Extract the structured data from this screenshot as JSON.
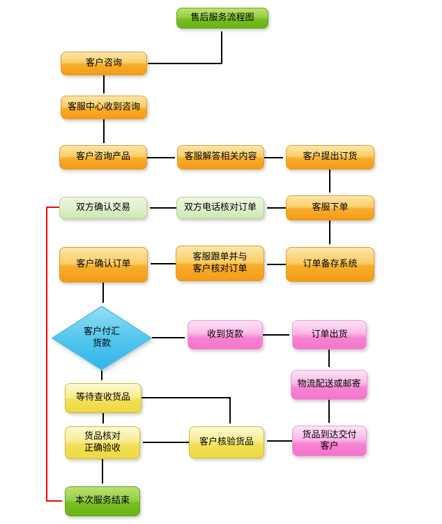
{
  "diagram_title": "售后服务流程图",
  "nodes": {
    "title": {
      "label": "售后服务流程图",
      "type": "start",
      "color": "green"
    },
    "customer_inquiry": {
      "label": "客户咨询",
      "type": "process",
      "color": "orange"
    },
    "service_center_receives": {
      "label": "客服中心收到咨询",
      "type": "process",
      "color": "orange"
    },
    "customer_asks_product": {
      "label": "客户咨询产品",
      "type": "process",
      "color": "orange"
    },
    "service_answers": {
      "label": "客服解答相关内容",
      "type": "process",
      "color": "orange"
    },
    "customer_orders": {
      "label": "客户提出订货",
      "type": "process",
      "color": "orange"
    },
    "both_confirm_deal": {
      "label": "双方确认交易",
      "type": "process",
      "color": "light-green"
    },
    "phone_verify_order": {
      "label": "双方电话核对订单",
      "type": "process",
      "color": "light-green"
    },
    "service_place_order": {
      "label": "客服下单",
      "type": "process",
      "color": "orange"
    },
    "customer_confirm_order": {
      "label": "客户确认订单",
      "type": "process",
      "color": "orange"
    },
    "service_follow_up": {
      "label": "客服跟单并与\n客户核对订单",
      "type": "process",
      "color": "orange"
    },
    "order_backup_system": {
      "label": "订单备存系统",
      "type": "process",
      "color": "orange"
    },
    "customer_pays": {
      "label": "客户付汇\n货款",
      "type": "decision",
      "color": "blue"
    },
    "payment_received": {
      "label": "收到货款",
      "type": "process",
      "color": "pink"
    },
    "order_shipped": {
      "label": "订单出货",
      "type": "process",
      "color": "pink"
    },
    "logistics_delivery": {
      "label": "物流配送或邮寄",
      "type": "process",
      "color": "pink"
    },
    "wait_receive_goods": {
      "label": "等待查收货品",
      "type": "process",
      "color": "yellow"
    },
    "goods_check_accept": {
      "label": "货品核对\n正确验收",
      "type": "process",
      "color": "yellow"
    },
    "customer_verify_goods": {
      "label": "客户核验货品",
      "type": "process",
      "color": "yellow"
    },
    "goods_arrive": {
      "label": "货品到达交付\n客户",
      "type": "process",
      "color": "pink"
    },
    "service_end": {
      "label": "本次服务结束",
      "type": "end",
      "color": "green"
    }
  },
  "edges": [
    {
      "from": "customer_inquiry",
      "to": "title",
      "color": "black"
    },
    {
      "from": "customer_inquiry",
      "to": "service_center_receives",
      "color": "black"
    },
    {
      "from": "service_center_receives",
      "to": "customer_asks_product",
      "color": "black"
    },
    {
      "from": "customer_asks_product",
      "to": "service_answers",
      "color": "black"
    },
    {
      "from": "service_answers",
      "to": "customer_orders",
      "color": "black"
    },
    {
      "from": "customer_orders",
      "to": "service_place_order",
      "color": "black"
    },
    {
      "from": "service_place_order",
      "to": "phone_verify_order",
      "color": "black"
    },
    {
      "from": "phone_verify_order",
      "to": "both_confirm_deal",
      "color": "black"
    },
    {
      "from": "service_place_order",
      "to": "order_backup_system",
      "color": "black"
    },
    {
      "from": "order_backup_system",
      "to": "service_follow_up",
      "color": "black"
    },
    {
      "from": "service_follow_up",
      "to": "customer_confirm_order",
      "color": "black"
    },
    {
      "from": "customer_confirm_order",
      "to": "customer_pays",
      "color": "black"
    },
    {
      "from": "customer_pays",
      "to": "payment_received",
      "color": "black"
    },
    {
      "from": "payment_received",
      "to": "order_shipped",
      "color": "black"
    },
    {
      "from": "order_shipped",
      "to": "logistics_delivery",
      "color": "black"
    },
    {
      "from": "logistics_delivery",
      "to": "goods_arrive",
      "color": "black"
    },
    {
      "from": "goods_arrive",
      "to": "customer_verify_goods",
      "color": "black"
    },
    {
      "from": "customer_pays",
      "to": "wait_receive_goods",
      "color": "black"
    },
    {
      "from": "wait_receive_goods",
      "to": "customer_verify_goods",
      "color": "black"
    },
    {
      "from": "customer_verify_goods",
      "to": "goods_check_accept",
      "color": "black"
    },
    {
      "from": "wait_receive_goods",
      "to": "goods_check_accept",
      "color": "black"
    },
    {
      "from": "goods_check_accept",
      "to": "service_end",
      "color": "black"
    },
    {
      "from": "both_confirm_deal",
      "to": "service_end",
      "color": "red"
    }
  ],
  "colors": {
    "orange_box": "#F49B16",
    "green_box": "#6AB414",
    "light_green_box": "#DFEFCB",
    "yellow_box": "#EFD841",
    "pink_box": "#F573CB",
    "blue_diamond": "#30B6E8",
    "arrow": "#000000",
    "feedback_arrow": "#FF0000",
    "background": "#FFFFFF"
  }
}
